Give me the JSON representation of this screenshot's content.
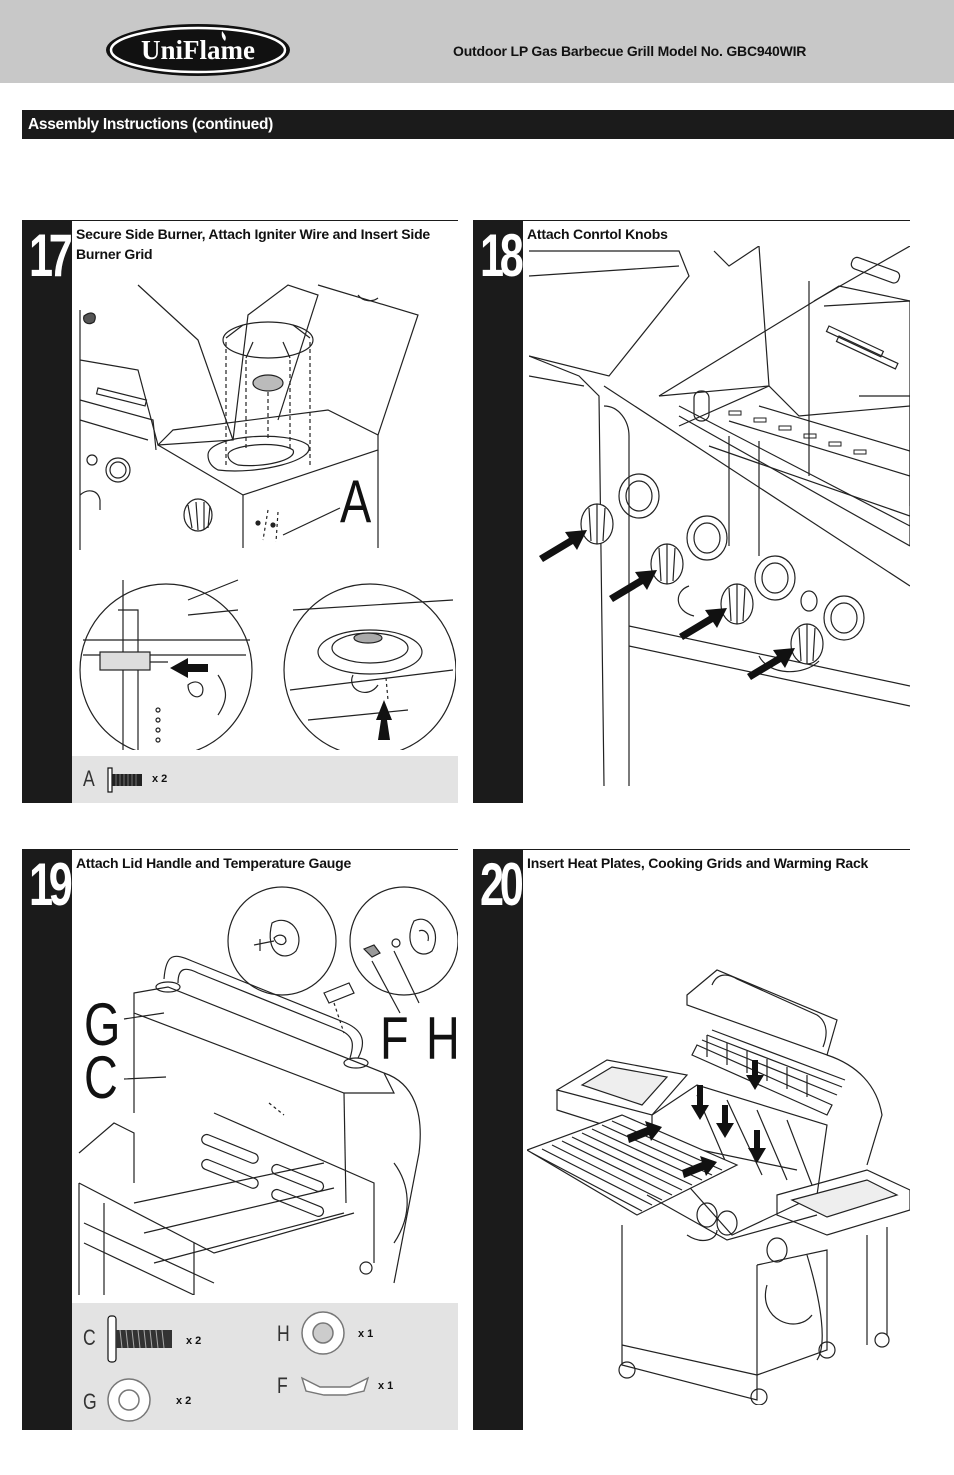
{
  "header": {
    "brand": "UniFlame",
    "model_line": "Outdoor LP Gas Barbecue Grill  Model No. GBC940WIR"
  },
  "section": {
    "title": "Assembly Instructions (continued)"
  },
  "steps": [
    {
      "number": "17",
      "title": "Secure Side Burner, Attach Igniter Wire and Insert Side Burner Grid",
      "callout": "A",
      "parts": [
        {
          "label": "A",
          "qty": "x 2",
          "icon": "screw-icon"
        }
      ]
    },
    {
      "number": "18",
      "title": "Attach Conrtol Knobs"
    },
    {
      "number": "19",
      "title": "Attach Lid Handle and Temperature Gauge",
      "callouts": [
        "G",
        "C",
        "F",
        "H"
      ],
      "parts": [
        {
          "label": "C",
          "qty": "x 2",
          "icon": "bolt-icon"
        },
        {
          "label": "G",
          "qty": "x 2",
          "icon": "washer-icon"
        },
        {
          "label": "H",
          "qty": "x 1",
          "icon": "washer-icon"
        },
        {
          "label": "F",
          "qty": "x 1",
          "icon": "wing-nut-icon"
        }
      ]
    },
    {
      "number": "20",
      "title": "Insert Heat Plates, Cooking Grids and Warming Rack"
    }
  ]
}
